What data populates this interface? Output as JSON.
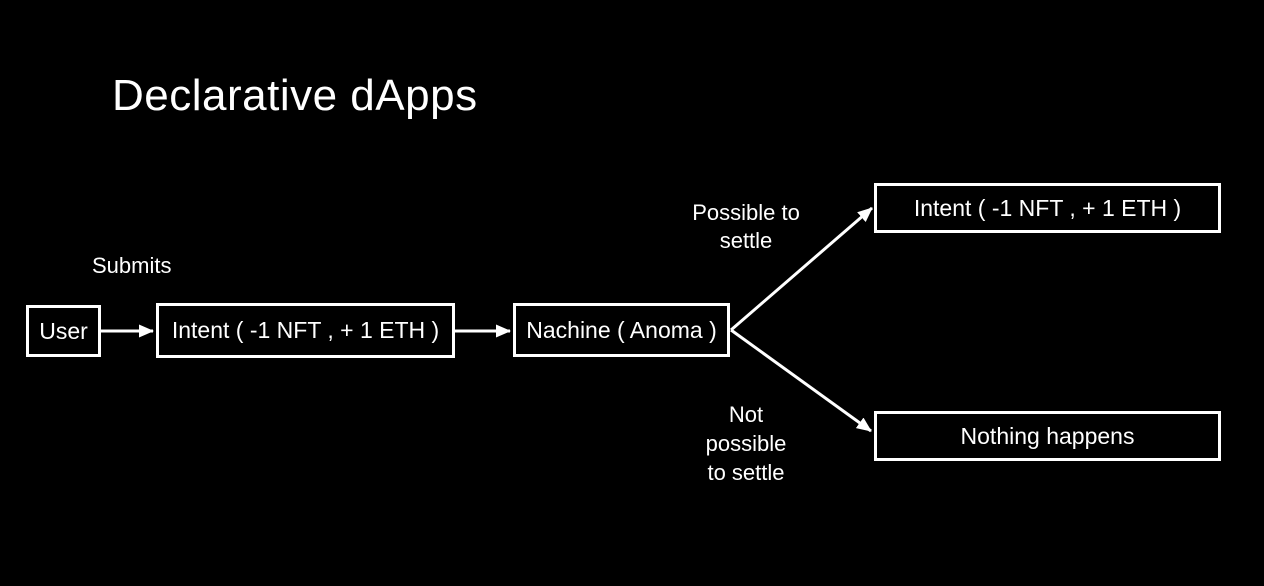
{
  "title": "Declarative dApps",
  "colors": {
    "background": "#000000",
    "foreground": "#ffffff"
  },
  "diagram": {
    "nodes": {
      "user": {
        "label": "User"
      },
      "intent_in": {
        "label": "Intent ( -1 NFT , + 1 ETH )"
      },
      "machine": {
        "label": "Nachine ( Anoma )"
      },
      "intent_out": {
        "label": "Intent ( -1 NFT , + 1 ETH )"
      },
      "nothing": {
        "label": "Nothing happens"
      }
    },
    "edges": {
      "submits": {
        "label": "Submits"
      },
      "possible": {
        "label": "Possible to\nsettle"
      },
      "not_possible": {
        "label": "Not\npossible\nto settle"
      }
    }
  }
}
